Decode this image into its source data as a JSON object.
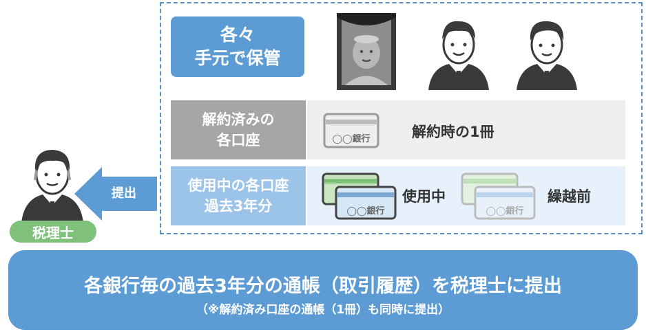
{
  "heirs_box": {
    "line1": "各々",
    "line2": "手元で保管"
  },
  "closed_row": {
    "label_line1": "解約済みの",
    "label_line2": "各口座",
    "passbook_text": "◯◯銀行",
    "description": "解約時の1冊"
  },
  "active_row": {
    "label_line1": "使用中の各口座",
    "label_line2": "過去3年分",
    "passbook_text": "◯◯銀行",
    "in_use_label": "使用中",
    "carried_label": "繰越前"
  },
  "arrow": {
    "label": "提出"
  },
  "tax_accountant": {
    "label": "税理士"
  },
  "bottom": {
    "main": "各銀行毎の過去3年分の通帳（取引履歴）を税理士に提出",
    "sub": "（※解約済み口座の通帳（1冊）も同時に提出）"
  },
  "colors": {
    "primary_blue": "#5c9bd3",
    "light_blue": "#9cc3e8",
    "gray": "#a6a6a6",
    "green": "#7fc07a",
    "dark": "#3a3a3a"
  }
}
